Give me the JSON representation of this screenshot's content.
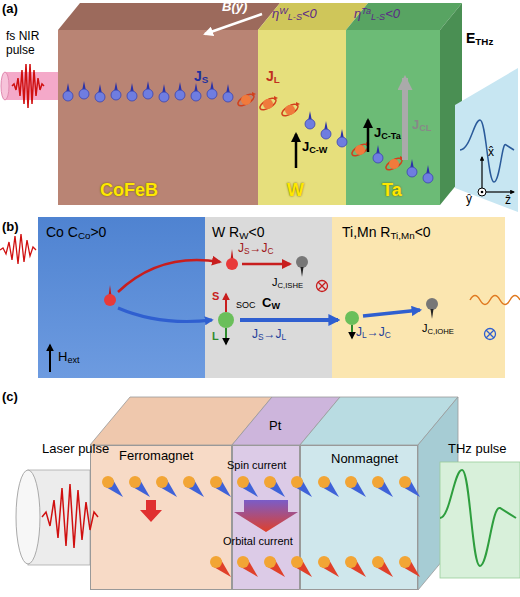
{
  "diagram": {
    "nodes": [
      {
        "text": [
          "CoFeB"
        ]
      },
      {
        "text": [
          "W",
          "ηWL-S<0"
        ]
      },
      {
        "text": [
          "Ta",
          "ηTaL-S<0"
        ]
      },
      {
        "text": [
          "Co CCo>0",
          "Hext"
        ]
      },
      {
        "text": [
          "W RW<0",
          "JS→JC",
          "JC,ISHE",
          "S",
          "L",
          "SOC",
          "CW",
          "JS→JL"
        ]
      },
      {
        "text": [
          "Ti,Mn RTi,Mn<0",
          "JL→JC",
          "JC,IOHE"
        ]
      },
      {
        "text": [
          "Ferromagnet"
        ]
      },
      {
        "text": [
          "Pt",
          "Spin current",
          "Orbital current"
        ]
      },
      {
        "text": [
          "Nonmagnet"
        ]
      }
    ],
    "labels": [
      "(a)",
      "fs NIR pulse",
      "B(ŷ)",
      "ETHz",
      "JS",
      "JL",
      "JC-W",
      "JC-Ta",
      "JCL",
      "x̂",
      "ŷ",
      "ẑ",
      "(b)",
      "(c)",
      "Laser pulse",
      "THz pulse"
    ]
  }
}
